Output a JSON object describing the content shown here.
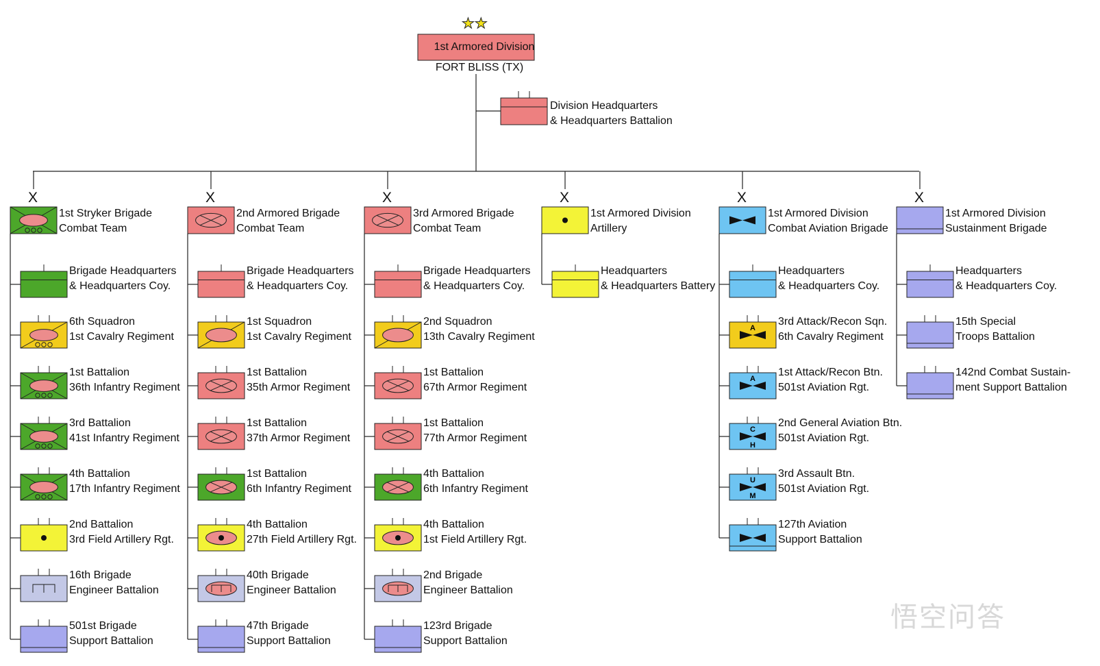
{
  "top": {
    "title": "1st Armored Division",
    "location": "FORT BLISS (TX)",
    "rank_mark": "★★"
  },
  "hq": {
    "line1": "Division Headquarters",
    "line2": "& Headquarters Battalion"
  },
  "brigade_mark": "X",
  "brigades": [
    {
      "l1": "1st Stryker Brigade",
      "l2": "Combat Team",
      "color": "#4ca72a",
      "sym": "stryker",
      "units": [
        {
          "l1": "Brigade Headquarters",
          "l2": "& Headquarters Coy.",
          "color": "#4ca72a",
          "sym": "hq"
        },
        {
          "l1": "6th Squadron",
          "l2": "1st Cavalry Regiment",
          "color": "#f2cc1c",
          "sym": "cav-stryker"
        },
        {
          "l1": "1st Battalion",
          "l2": "36th Infantry Regiment",
          "color": "#4ca72a",
          "sym": "stryker"
        },
        {
          "l1": "3rd Battalion",
          "l2": "41st Infantry Regiment",
          "color": "#4ca72a",
          "sym": "stryker"
        },
        {
          "l1": "4th Battalion",
          "l2": "17th Infantry Regiment",
          "color": "#4ca72a",
          "sym": "stryker"
        },
        {
          "l1": "2nd Battalion",
          "l2": "3rd Field Artillery Rgt.",
          "color": "#f3f337",
          "sym": "dot"
        },
        {
          "l1": "16th Brigade",
          "l2": "Engineer Battalion",
          "color": "#c3c8e6",
          "sym": "eng"
        },
        {
          "l1": "501st Brigade",
          "l2": "Support Battalion",
          "color": "#a6a8ee",
          "sym": "support"
        }
      ]
    },
    {
      "l1": "2nd Armored Brigade",
      "l2": "Combat Team",
      "color": "#ed8080",
      "sym": "armor",
      "units": [
        {
          "l1": "Brigade Headquarters",
          "l2": "& Headquarters Coy.",
          "color": "#ed8080",
          "sym": "hq"
        },
        {
          "l1": "1st Squadron",
          "l2": "1st Cavalry Regiment",
          "color": "#f2cc1c",
          "sym": "cav-armor"
        },
        {
          "l1": "1st Battalion",
          "l2": "35th Armor Regiment",
          "color": "#ed8080",
          "sym": "armor"
        },
        {
          "l1": "1st Battalion",
          "l2": "37th Armor Regiment",
          "color": "#ed8080",
          "sym": "armor"
        },
        {
          "l1": "1st Battalion",
          "l2": "6th Infantry Regiment",
          "color": "#4ca72a",
          "sym": "armor"
        },
        {
          "l1": "4th Battalion",
          "l2": "27th Field Artillery Rgt.",
          "color": "#f3f337",
          "sym": "sp-art"
        },
        {
          "l1": "40th Brigade",
          "l2": "Engineer Battalion",
          "color": "#c3c8e6",
          "sym": "eng-armor"
        },
        {
          "l1": "47th Brigade",
          "l2": "Support Battalion",
          "color": "#a6a8ee",
          "sym": "support"
        }
      ]
    },
    {
      "l1": "3rd Armored Brigade",
      "l2": "Combat Team",
      "color": "#ed8080",
      "sym": "armor",
      "units": [
        {
          "l1": "Brigade Headquarters",
          "l2": "& Headquarters Coy.",
          "color": "#ed8080",
          "sym": "hq"
        },
        {
          "l1": "2nd Squadron",
          "l2": "13th Cavalry Regiment",
          "color": "#f2cc1c",
          "sym": "cav-armor"
        },
        {
          "l1": "1st Battalion",
          "l2": "67th Armor Regiment",
          "color": "#ed8080",
          "sym": "armor"
        },
        {
          "l1": "1st Battalion",
          "l2": "77th Armor Regiment",
          "color": "#ed8080",
          "sym": "armor"
        },
        {
          "l1": "4th Battalion",
          "l2": "6th Infantry Regiment",
          "color": "#4ca72a",
          "sym": "armor"
        },
        {
          "l1": "4th Battalion",
          "l2": "1st Field Artillery Rgt.",
          "color": "#f3f337",
          "sym": "sp-art"
        },
        {
          "l1": "2nd Brigade",
          "l2": "Engineer Battalion",
          "color": "#c3c8e6",
          "sym": "eng-armor"
        },
        {
          "l1": "123rd Brigade",
          "l2": "Support Battalion",
          "color": "#a6a8ee",
          "sym": "support"
        }
      ]
    },
    {
      "l1": "1st Armored Division",
      "l2": "Artillery",
      "color": "#f3f337",
      "sym": "dot",
      "units": [
        {
          "l1": "Headquarters",
          "l2": "& Headquarters Battery",
          "color": "#f3f337",
          "sym": "hq"
        }
      ]
    },
    {
      "l1": "1st Armored Division",
      "l2": "Combat Aviation Brigade",
      "color": "#6ec4f2",
      "sym": "avn",
      "units": [
        {
          "l1": "Headquarters",
          "l2": "& Headquarters Coy.",
          "color": "#6ec4f2",
          "sym": "hq"
        },
        {
          "l1": "3rd Attack/Recon Sqn.",
          "l2": "6th Cavalry Regiment",
          "color": "#f2cc1c",
          "sym": "avn",
          "top": "A"
        },
        {
          "l1": "1st Attack/Recon Btn.",
          "l2": "501st Aviation Rgt.",
          "color": "#6ec4f2",
          "sym": "avn",
          "top": "A"
        },
        {
          "l1": "2nd General Aviation Btn.",
          "l2": "501st Aviation Rgt.",
          "color": "#6ec4f2",
          "sym": "avn",
          "top": "C",
          "bot": "H"
        },
        {
          "l1": "3rd Assault Btn.",
          "l2": "501st Aviation Rgt.",
          "color": "#6ec4f2",
          "sym": "avn",
          "top": "U",
          "bot": "M"
        },
        {
          "l1": "127th Aviation",
          "l2": "Support Battalion",
          "color": "#6ec4f2",
          "sym": "avn-support"
        }
      ]
    },
    {
      "l1": "1st Armored Division",
      "l2": "Sustainment Brigade",
      "color": "#a6a8ee",
      "sym": "support",
      "units": [
        {
          "l1": "Headquarters",
          "l2": "& Headquarters Coy.",
          "color": "#a6a8ee",
          "sym": "hq"
        },
        {
          "l1": "15th Special",
          "l2": "Troops Battalion",
          "color": "#a6a8ee",
          "sym": "support"
        },
        {
          "l1": "142nd Combat Sustain-",
          "l2": "ment Support Battalion",
          "color": "#a6a8ee",
          "sym": "support"
        }
      ]
    }
  ],
  "watermark": "悟空问答"
}
